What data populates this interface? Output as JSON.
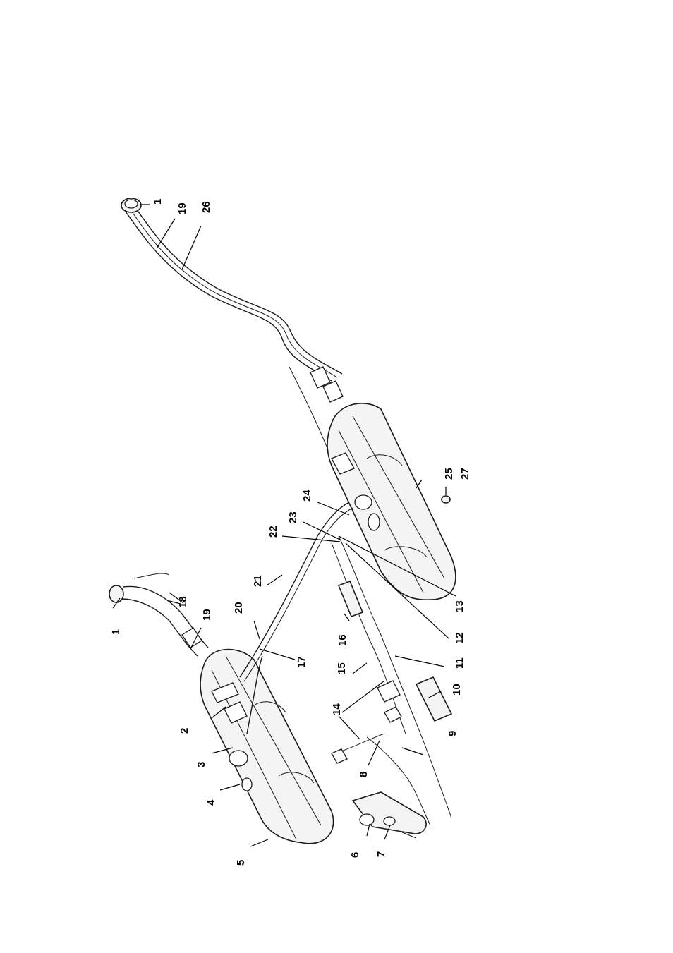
{
  "callouts": [
    "1",
    "2",
    "3",
    "4",
    "5",
    "6",
    "7",
    "8",
    "9",
    "10",
    "11",
    "12",
    "13",
    "14",
    "15",
    "16",
    "17",
    "18",
    "19",
    "20",
    "21",
    "22",
    "23",
    "24",
    "25",
    "26",
    "27"
  ],
  "colors": {
    "line": "#1a1a1a",
    "fill": "#f4f4f4",
    "background": "#ffffff"
  }
}
